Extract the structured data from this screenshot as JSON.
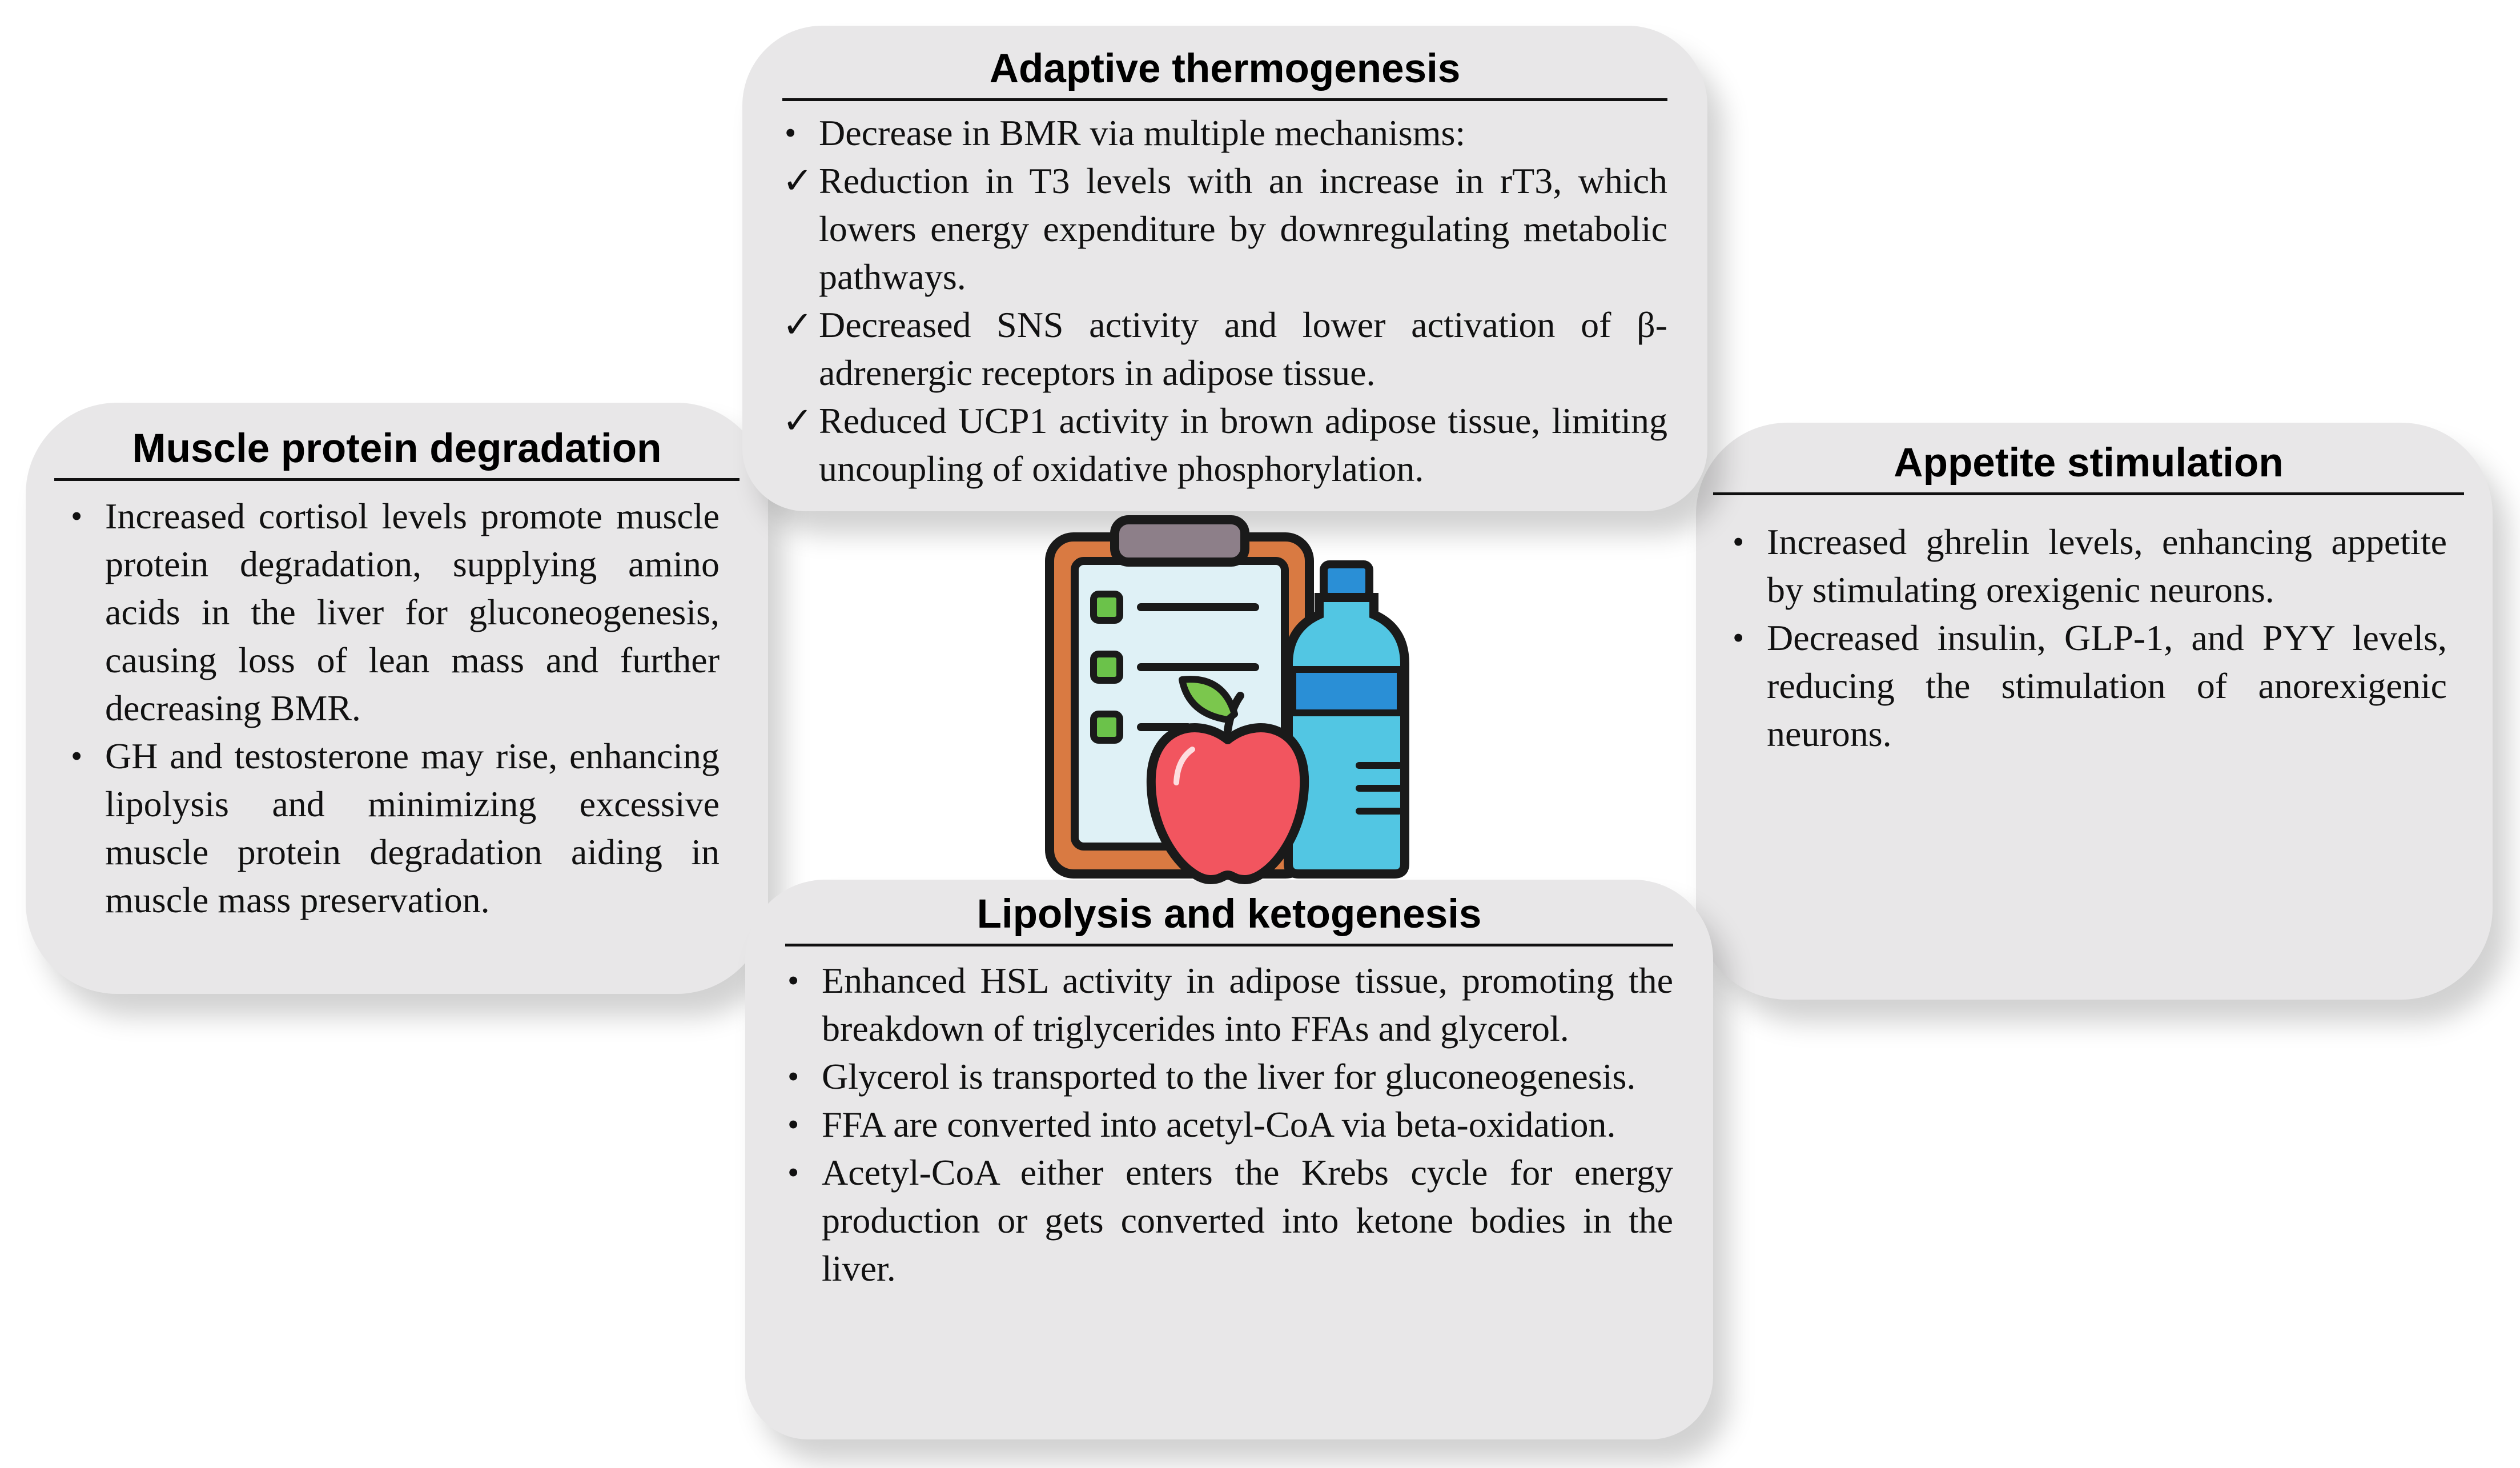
{
  "panels": {
    "adaptive": {
      "title": "Adaptive thermogenesis",
      "items": [
        {
          "marker": "•",
          "text": "Decrease in BMR via multiple mechanisms:"
        },
        {
          "marker": "✓",
          "text": "Reduction in T3 levels with an increase in rT3, which lowers energy expenditure by downregulating metabolic pathways."
        },
        {
          "marker": "✓",
          "text": "Decreased SNS activity and lower activation of β-adrenergic receptors in adipose tissue."
        },
        {
          "marker": "✓",
          "text": "Reduced UCP1 activity in brown adipose tissue, limiting uncoupling of oxidative phosphorylation."
        }
      ]
    },
    "muscle": {
      "title": "Muscle protein degradation",
      "items": [
        {
          "marker": "•",
          "text": "Increased cortisol levels promote muscle protein degradation, supplying amino acids in the liver for gluconeogenesis, causing loss of lean mass and further decreasing BMR."
        },
        {
          "marker": "•",
          "text": "GH and testosterone may rise, enhancing lipolysis and minimizing excessive muscle protein degradation aiding in muscle mass preservation."
        }
      ]
    },
    "appetite": {
      "title": "Appetite stimulation",
      "items": [
        {
          "marker": "•",
          "text": "Increased ghrelin levels, enhancing appetite by stimulating orexigenic neurons."
        },
        {
          "marker": "•",
          "text": "Decreased insulin, GLP-1, and PYY levels, reducing the stimulation of anorexigenic neurons."
        }
      ]
    },
    "lipolysis": {
      "title": "Lipolysis and ketogenesis",
      "items": [
        {
          "marker": "•",
          "text": "Enhanced HSL activity in adipose tissue, promoting the breakdown of triglycerides into FFAs and glycerol."
        },
        {
          "marker": "•",
          "text": "Glycerol is transported to the liver for gluconeogenesis."
        },
        {
          "marker": "•",
          "text": "FFA are converted into acetyl-CoA via beta-oxidation."
        },
        {
          "marker": "•",
          "text": "Acetyl-CoA either enters the Krebs cycle for energy production or gets converted into ketone bodies in the liver."
        }
      ]
    }
  },
  "center_icon": {
    "name": "diet-clipboard-apple-water-icon",
    "colors": {
      "outline": "#1a1a1a",
      "board": "#d97a42",
      "paper": "#dff1f6",
      "clip": "#8d7f89",
      "checkbox": "#6bc24a",
      "apple": "#f2555f",
      "leaf": "#7bc74d",
      "bottle": "#52c6e3",
      "bottle_band": "#2a8fd6",
      "cap": "#2a8fd6"
    }
  }
}
